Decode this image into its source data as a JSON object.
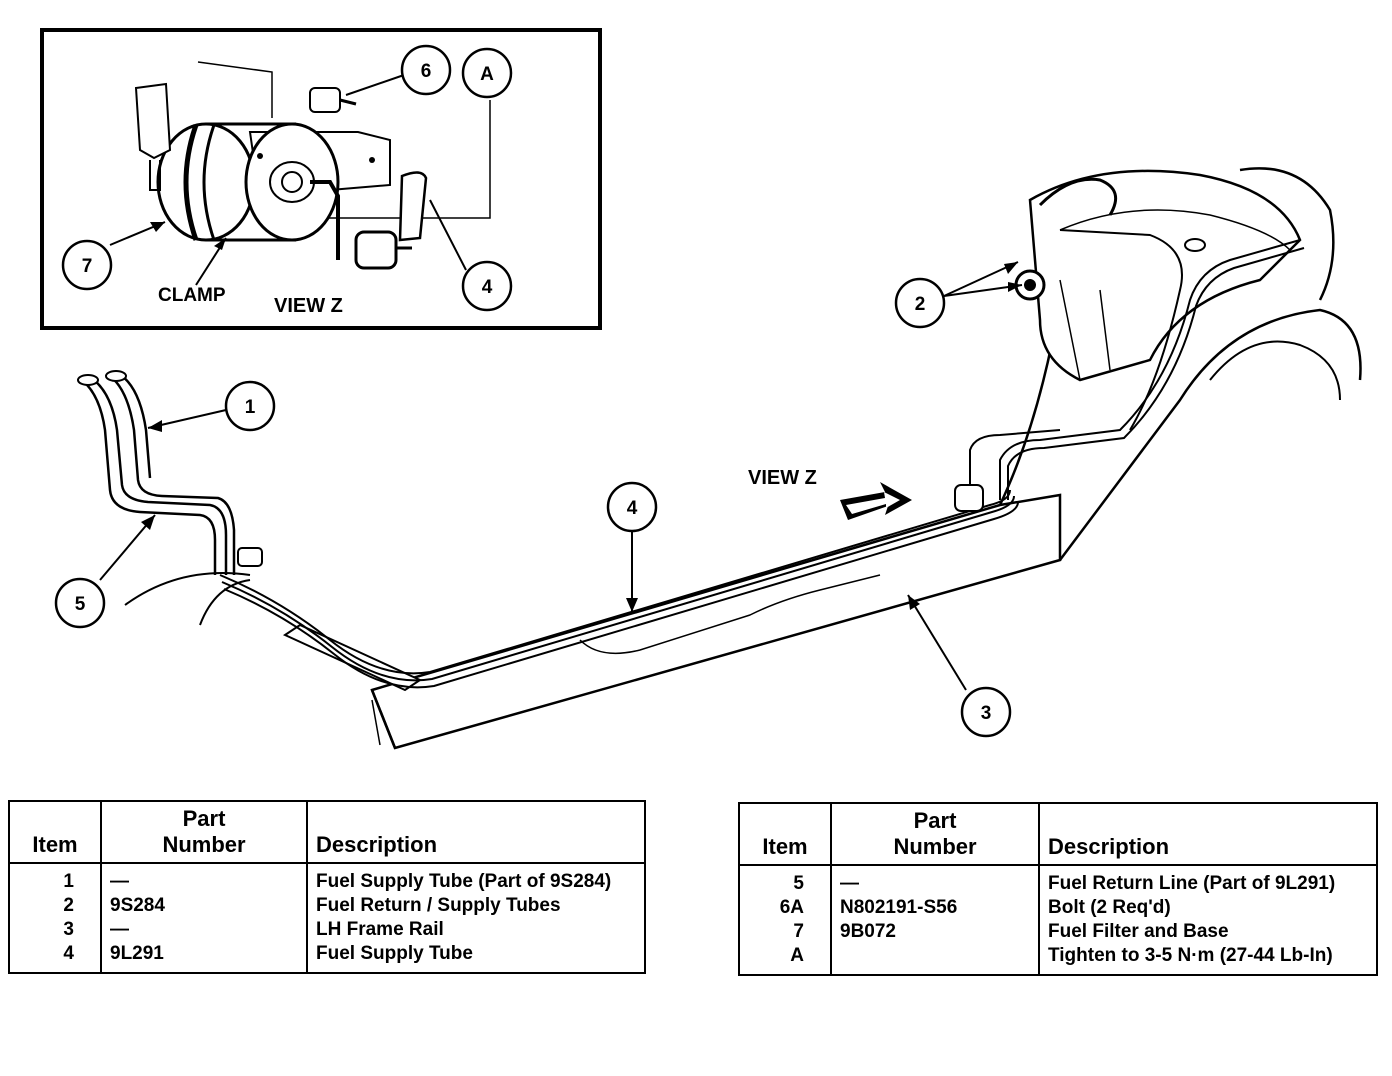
{
  "inset": {
    "title": "VIEW Z",
    "clamp_label": "CLAMP"
  },
  "main_view_label": "VIEW Z",
  "callouts": {
    "c1": "1",
    "c2": "2",
    "c3": "3",
    "c4_main": "4",
    "c4_inset": "4",
    "c5": "5",
    "c6": "6",
    "cA": "A",
    "c7": "7"
  },
  "table_left": {
    "headers": {
      "item": "Item",
      "part_line1": "Part",
      "part_line2": "Number",
      "description": "Description"
    },
    "rows": [
      {
        "item": "1",
        "part": "—",
        "desc": "Fuel Supply Tube (Part of 9S284)"
      },
      {
        "item": "2",
        "part": "9S284",
        "desc": "Fuel Return / Supply Tubes"
      },
      {
        "item": "3",
        "part": "—",
        "desc": "LH Frame Rail"
      },
      {
        "item": "4",
        "part": "9L291",
        "desc": "Fuel Supply Tube"
      }
    ]
  },
  "table_right": {
    "headers": {
      "item": "Item",
      "part_line1": "Part",
      "part_line2": "Number",
      "description": "Description"
    },
    "rows": [
      {
        "item": "5",
        "part": "—",
        "desc": "Fuel Return Line (Part of 9L291)"
      },
      {
        "item": "6A",
        "part": "N802191-S56",
        "desc": "Bolt (2 Req'd)"
      },
      {
        "item": "7",
        "part": "9B072",
        "desc": "Fuel Filter and Base"
      },
      {
        "item": "A",
        "part": "",
        "desc": "Tighten to 3-5 N·m (27-44 Lb-In)"
      }
    ]
  }
}
